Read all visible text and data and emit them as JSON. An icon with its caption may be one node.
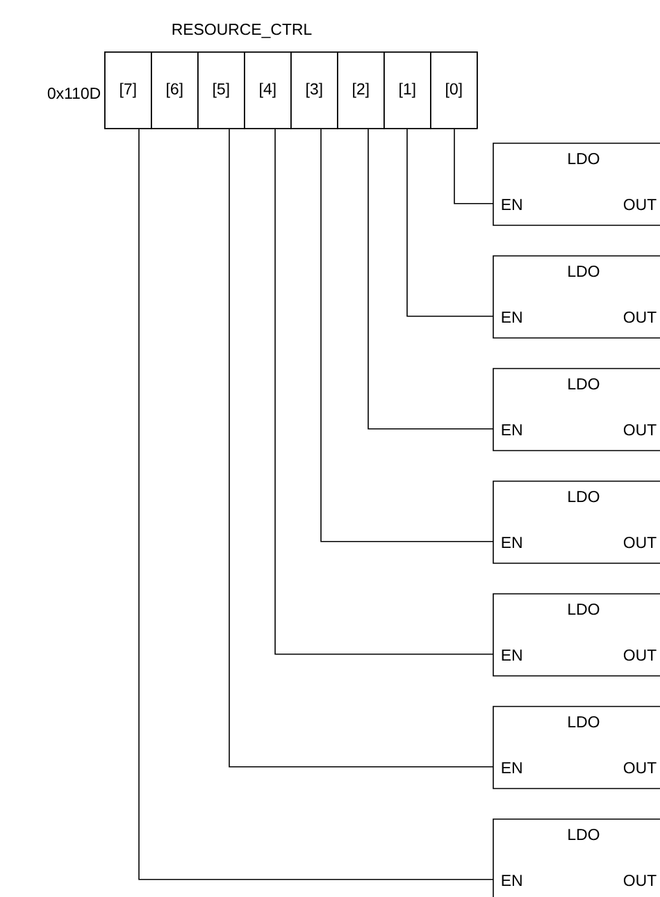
{
  "diagram": {
    "nodes": [
      {
        "text": [
          "RESOURCE_CTRL"
        ],
        "beside": [
          "0x110D"
        ]
      },
      {
        "text": [
          "[7]"
        ],
        "in": 0
      },
      {
        "text": [
          "[6]"
        ],
        "in": 0
      },
      {
        "text": [
          "[5]"
        ],
        "in": 0
      },
      {
        "text": [
          "[4]"
        ],
        "in": 0
      },
      {
        "text": [
          "[3]"
        ],
        "in": 0
      },
      {
        "text": [
          "[2]"
        ],
        "in": 0
      },
      {
        "text": [
          "[1]"
        ],
        "in": 0
      },
      {
        "text": [
          "[0]"
        ],
        "in": 0
      },
      {
        "text": [
          "LDO",
          "EN",
          "OUT"
        ]
      },
      {
        "text": [
          "LDO",
          "EN",
          "OUT"
        ]
      },
      {
        "text": [
          "LDO",
          "EN",
          "OUT"
        ]
      },
      {
        "text": [
          "LDO",
          "EN",
          "OUT"
        ]
      },
      {
        "text": [
          "LDO",
          "EN",
          "OUT"
        ]
      },
      {
        "text": [
          "LDO",
          "EN",
          "OUT"
        ]
      },
      {
        "text": [
          "LDO",
          "EN",
          "OUT"
        ]
      }
    ],
    "edges": [
      {
        "from": 8,
        "to": 9,
        "arrow": "none"
      },
      {
        "from": 7,
        "to": 10,
        "arrow": "none"
      },
      {
        "from": 6,
        "to": 11,
        "arrow": "none"
      },
      {
        "from": 5,
        "to": 12,
        "arrow": "none"
      },
      {
        "from": 4,
        "to": 13,
        "arrow": "none"
      },
      {
        "from": 3,
        "to": 14,
        "arrow": "none"
      },
      {
        "from": 2,
        "to": 15,
        "arrow": "none"
      }
    ]
  }
}
